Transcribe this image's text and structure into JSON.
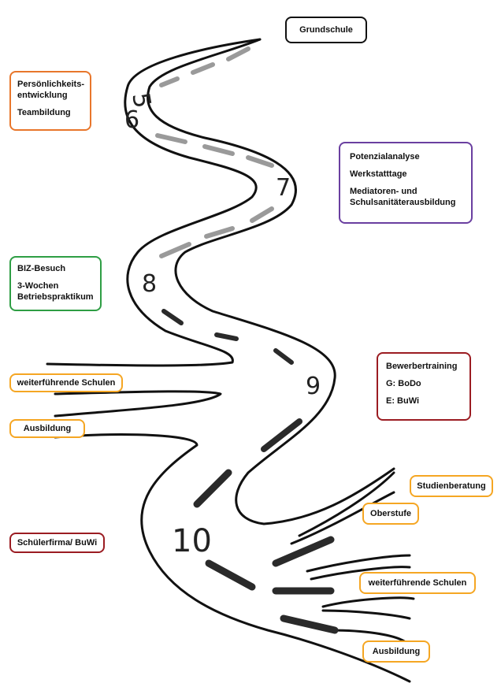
{
  "boxes": {
    "grundschule": {
      "lines": [
        "Grundschule"
      ],
      "color": "#111111"
    },
    "persoenlichkeit": {
      "lines": [
        "Persönlichkeits-\nentwicklung",
        "Teambildung"
      ],
      "color": "#e8762b"
    },
    "potenzial": {
      "lines": [
        "Potenzialanalyse",
        "Werkstatttage",
        "Mediatoren- und\nSchulsanitäterausbildung"
      ],
      "color": "#6a3fa0"
    },
    "biz": {
      "lines": [
        "BIZ-Besuch",
        "3-Wochen\nBetriebspraktikum"
      ],
      "color": "#2e9e44"
    },
    "bewerber": {
      "lines": [
        "Bewerbertraining",
        "G: BoDo",
        "E: BuWi"
      ],
      "color": "#9b1c22"
    },
    "weiterfuehrend_left": {
      "lines": [
        "weiterführende Schulen"
      ],
      "color": "#f5a623"
    },
    "ausbildung_left": {
      "lines": [
        "Ausbildung"
      ],
      "color": "#f5a623"
    },
    "schuelerfirma": {
      "lines": [
        "Schülerfirma/ BuWi"
      ],
      "color": "#9b1c22"
    },
    "studienberatung": {
      "lines": [
        "Studienberatung"
      ],
      "color": "#f5a623"
    },
    "oberstufe": {
      "lines": [
        "Oberstufe"
      ],
      "color": "#f5a623"
    },
    "weiterfuehrend_right": {
      "lines": [
        "weiterführende Schulen"
      ],
      "color": "#f5a623"
    },
    "ausbildung_right": {
      "lines": [
        "Ausbildung"
      ],
      "color": "#f5a623"
    }
  },
  "grades": [
    "5",
    "6",
    "7",
    "8",
    "9",
    "10"
  ],
  "colors": {
    "road_outline": "#111111",
    "dash_light": "#9a9a9a",
    "dash_dark": "#2a2a2a"
  }
}
